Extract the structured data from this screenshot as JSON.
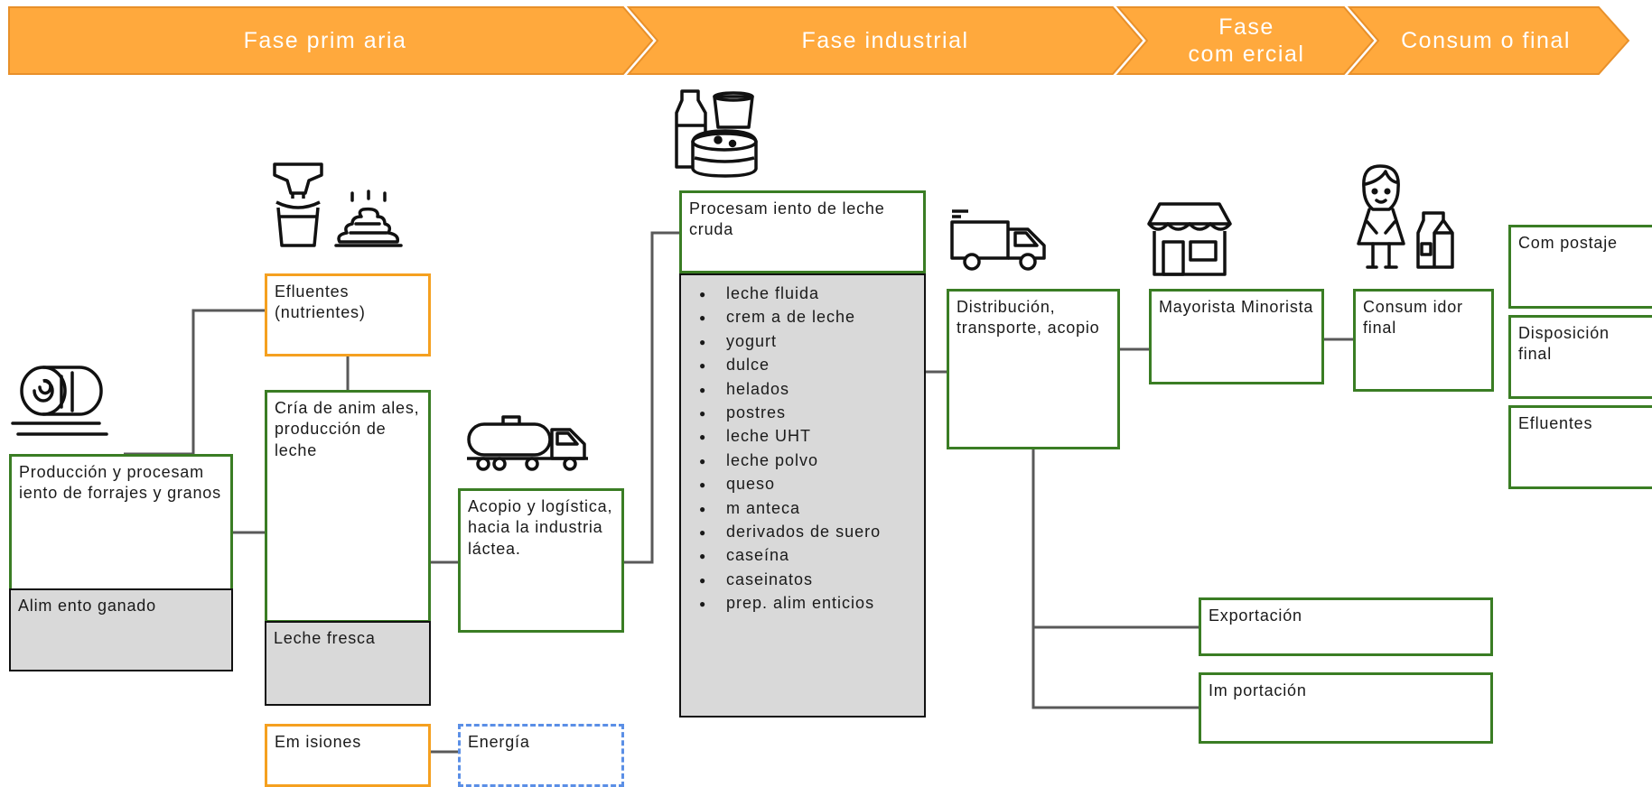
{
  "phases": [
    {
      "label": "Fase prim aria"
    },
    {
      "label": "Fase industrial"
    },
    {
      "label": "Fase\ncom ercial"
    },
    {
      "label": "Consum o final"
    }
  ],
  "colors": {
    "phase_fill": "#FFA93D",
    "phase_border": "#E8902A",
    "green_border": "#3A7D24",
    "orange_border": "#F5A020",
    "blue_dashed": "#5B8FE6",
    "grey_fill": "#D9D9D9",
    "connector": "#595959"
  },
  "boxes": {
    "forrajes": "Producción y procesam iento de forrajes y granos",
    "alimento": "Alim ento ganado",
    "efluentes_nutrientes": "Efluentes (nutrientes)",
    "cria": "Cría de anim ales, producción de leche",
    "leche_fresca": "Leche fresca",
    "acopio": "Acopio y logística, hacia la industria láctea.",
    "emisiones": "Em isiones",
    "energia": "Energía",
    "procesamiento": "Procesam iento de leche cruda",
    "distribucion": "Distribución, transporte, acopio",
    "mayorista": "Mayorista Minorista",
    "consumidor": "Consum idor final",
    "compostaje": "Com postaje",
    "disposicion": "Disposición final",
    "efluentes_final": "Efluentes",
    "exportacion": "Exportación",
    "importacion": "Im portación"
  },
  "products": [
    "leche fluida",
    "crem a de leche",
    "yogurt",
    "dulce",
    "helados",
    "postres",
    "leche UHT",
    "leche polvo",
    "queso",
    "m anteca",
    "derivados de suero",
    "caseína",
    "caseinatos",
    "prep. alim enticios"
  ],
  "icons": [
    "hay-bale-icon",
    "milking-bucket-icon",
    "manure-icon",
    "milk-tanker-truck-icon",
    "dairy-products-icon",
    "delivery-truck-icon",
    "store-icon",
    "consumer-girl-icon",
    "milk-carton-icon"
  ]
}
